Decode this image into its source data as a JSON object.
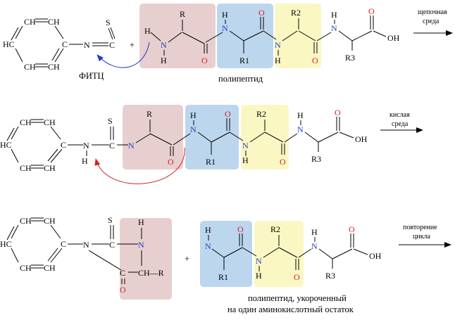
{
  "colors": {
    "pink_box": "#e8cfcf",
    "blue_box": "#bcd6ee",
    "yellow_box": "#fbf7c3",
    "nitrogen": "#1f3fbf",
    "oxygen": "#d42020",
    "arrow_blue": "#1f3fbf",
    "arrow_red": "#d42020"
  },
  "benzene": {
    "ch": "CH",
    "hc": "HC"
  },
  "atoms": {
    "R": "R",
    "R1": "R1",
    "R2": "R2",
    "R3": "R3",
    "N": "N",
    "H": "H",
    "O": "O",
    "S": "S",
    "C": "C",
    "OH": "OH",
    "CH_R": "CH—R"
  },
  "labels": {
    "fitc": "ФИТЦ",
    "plus": "+",
    "polypeptide": "полипептид",
    "shortened_line1": "полипептид, укороченный",
    "shortened_line2": "на один аминокислотный остаток"
  },
  "conditions": {
    "alkaline_line1": "щепочная",
    "alkaline_line2": "среда",
    "acidic_line1": "кислая",
    "acidic_line2": "среда",
    "repeat_line1": "повторение",
    "repeat_line2": "цикла"
  }
}
